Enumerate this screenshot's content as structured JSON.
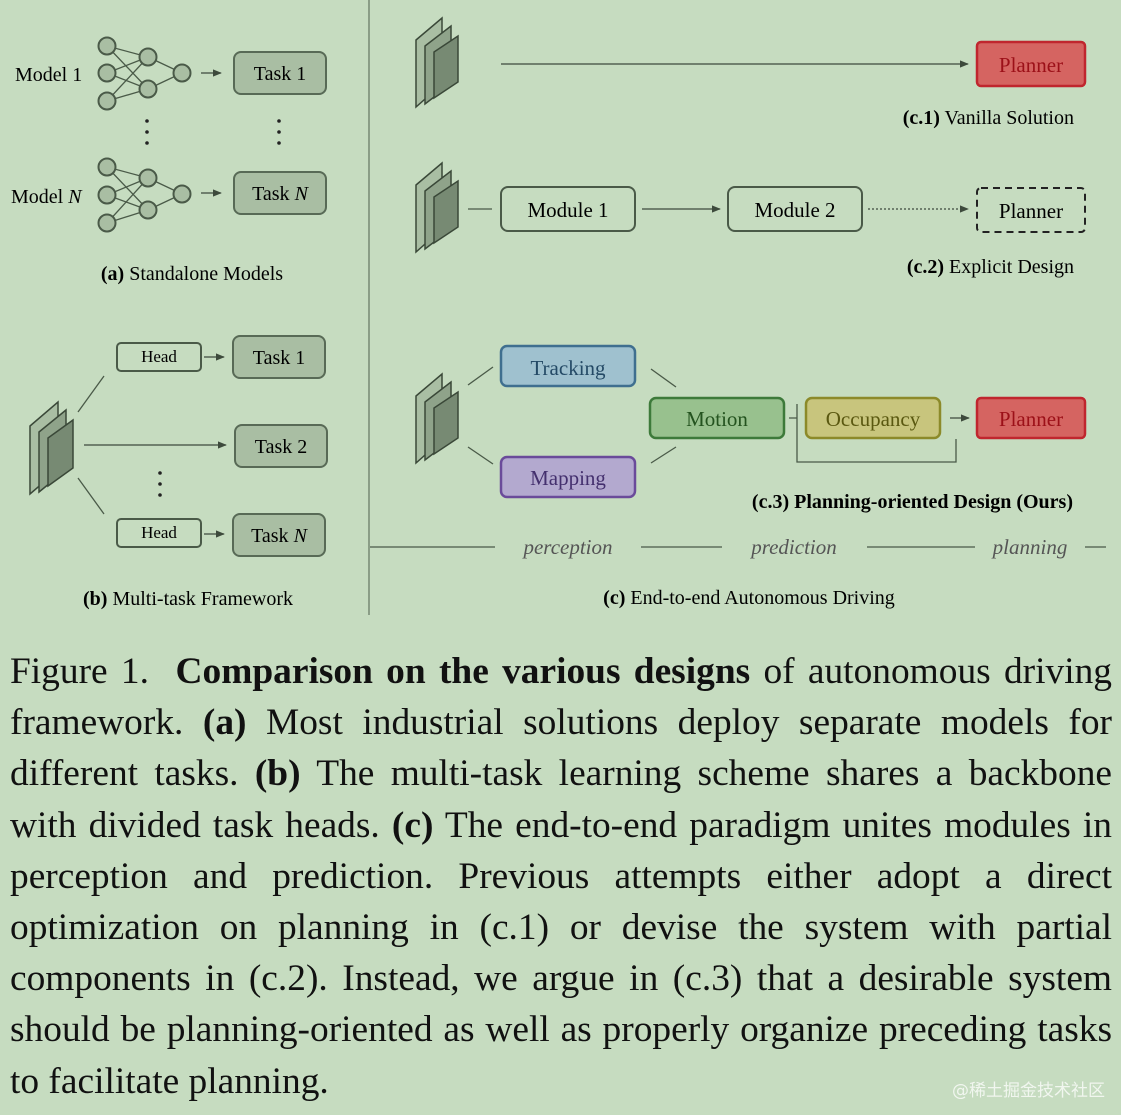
{
  "figure": {
    "a": {
      "model1": "Model 1",
      "modelN": "Model N",
      "task1": "Task 1",
      "taskN": "Task N",
      "caption_label": "(a)",
      "caption_text": " Standalone Models"
    },
    "b": {
      "head": "Head",
      "task1": "Task 1",
      "task2": "Task 2",
      "taskN": "Task N",
      "caption_label": "(b)",
      "caption_text": " Multi-task Framework"
    },
    "c1": {
      "planner": "Planner",
      "caption_label": "(c.1)",
      "caption_text": " Vanilla Solution"
    },
    "c2": {
      "module1": "Module 1",
      "module2": "Module 2",
      "planner": "Planner",
      "caption_label": "(c.2)",
      "caption_text": " Explicit Design"
    },
    "c3": {
      "tracking": "Tracking",
      "mapping": "Mapping",
      "motion": "Motion",
      "occupancy": "Occupancy",
      "planner": "Planner",
      "caption": "(c.3) Planning-oriented Design (Ours)"
    },
    "stages": [
      "perception",
      "prediction",
      "planning"
    ],
    "c": {
      "caption_label": "(c)",
      "caption_text": " End-to-end Autonomous Driving"
    },
    "colors": {
      "tracking": "#3f6f8f",
      "mapping": "#6a4b9a",
      "motion": "#3d7a3a",
      "occupancy": "#8c8a2a",
      "planner": "#c0262e"
    }
  },
  "caption": {
    "fig_label": "Figure 1.",
    "bold_title": "Comparison on the various designs",
    "t1": " of autonomous driving framework. ",
    "a_label": "(a)",
    "a_text": " Most industrial solutions deploy separate models for different tasks. ",
    "b_label": "(b)",
    "b_text": " The multi-task learning scheme shares a backbone with divided task heads. ",
    "c_label": "(c)",
    "c_text": " The end-to-end paradigm unites modules in perception and prediction. Previous attempts either adopt a direct optimization on planning in (c.1) or devise the system with partial components in (c.2). Instead, we argue in (c.3) that a desirable system should be planning-oriented as well as properly organize preceding tasks to facilitate planning."
  },
  "watermark": "@稀土掘金技术社区"
}
